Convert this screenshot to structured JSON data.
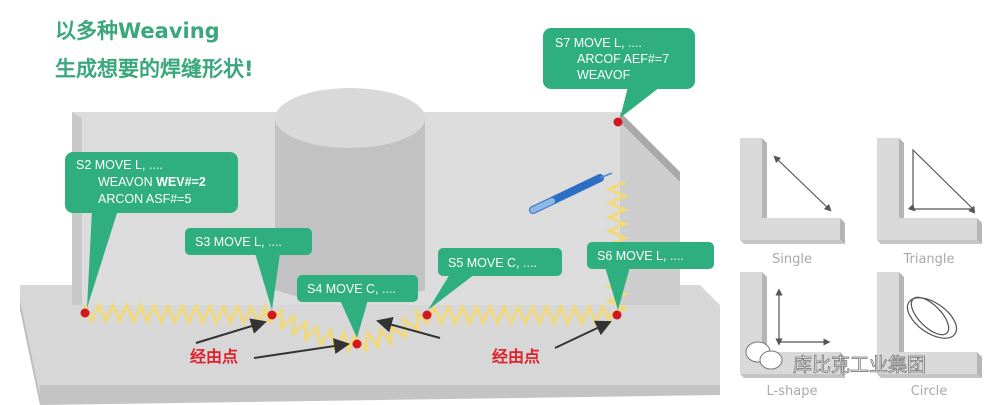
{
  "title": {
    "line1": "以多种Weaving",
    "line2": "生成想要的焊缝形状!"
  },
  "callouts": {
    "s2": {
      "line1": "S2  MOVE L, ....",
      "line2a": "WEAVON ",
      "line2b": "WEV#=2",
      "line3": "ARCON ASF#=5"
    },
    "s3": {
      "line1": "S3  MOVE L, ...."
    },
    "s4": {
      "line1": "S4  MOVE C, ...."
    },
    "s5": {
      "line1": "S5  MOVE C, ...."
    },
    "s6": {
      "line1": "S6  MOVE L, ...."
    },
    "s7": {
      "line1": "S7  MOVE L, ....",
      "line2": "ARCOF AEF#=7",
      "line3": "WEAVOF"
    }
  },
  "via_points": {
    "left": "经由点",
    "right": "经由点"
  },
  "weave_patterns": [
    {
      "label": "Single"
    },
    {
      "label": "Triangle"
    },
    {
      "label": "L-shape"
    },
    {
      "label": "Circle"
    }
  ],
  "watermark": "库比克工业集团",
  "colors": {
    "green": "#2fae7f",
    "title_green": "#3aa77d",
    "red": "#e0202b",
    "weave": "#f6d96b"
  }
}
